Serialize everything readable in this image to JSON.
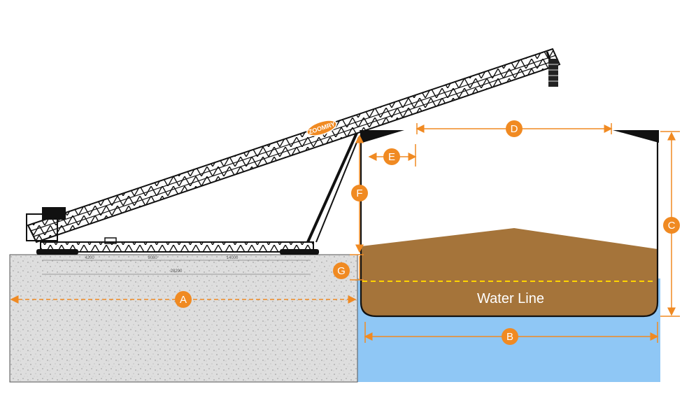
{
  "diagram": {
    "dimension_letters": [
      "A",
      "B",
      "C",
      "D",
      "E",
      "F",
      "G"
    ],
    "water_line_label": "Water Line",
    "logo_text": "ZOOMRY",
    "conveyor_dims": {
      "overall": "28290",
      "segment_1": "4200",
      "segment_2": "9080",
      "segment_3": "14000"
    }
  },
  "colors": {
    "dimension_orange": "#f08a22",
    "cargo_brown": "#a5743a",
    "water_blue": "#8fc7f5",
    "water_line_yellow": "#ffd400",
    "quay_gray": "#d9d9d9",
    "structure_black": "#111111"
  },
  "icons": {
    "dimension_marker": "circle-letter"
  }
}
